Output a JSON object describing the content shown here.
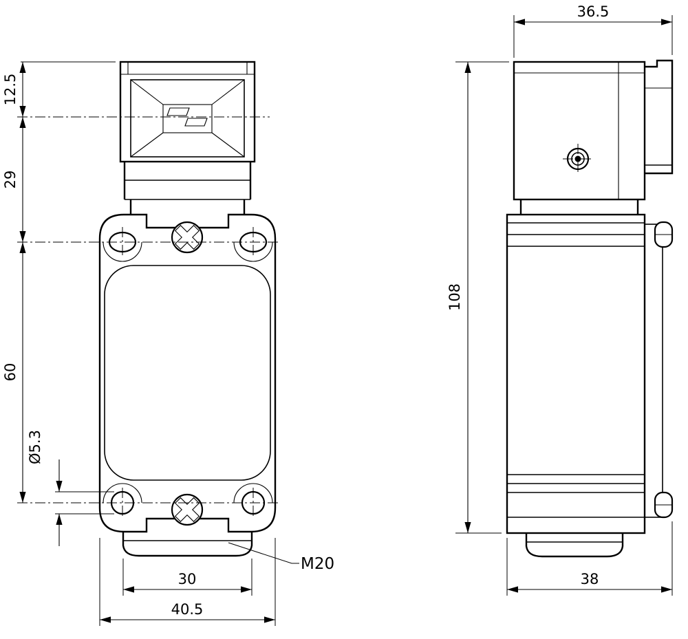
{
  "meta": {
    "background": "#ffffff",
    "line_color": "#000000"
  },
  "front_view": {
    "dims": {
      "head_top_to_center": "12.5",
      "center_to_mount_holes": "29",
      "mount_hole_spacing": "60",
      "mount_hole_diameter": "Ø5.3",
      "gland_width": "30",
      "body_width": "40.5"
    },
    "labels": {
      "cable_gland_thread": "M20"
    }
  },
  "side_view": {
    "dims": {
      "head_depth": "36.5",
      "overall_height": "108",
      "body_depth": "38"
    }
  }
}
